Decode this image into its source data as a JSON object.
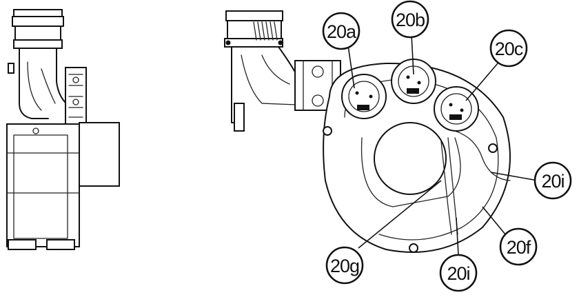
{
  "callouts": [
    {
      "id": "20a",
      "label": "20a"
    },
    {
      "id": "20b",
      "label": "20b"
    },
    {
      "id": "20c",
      "label": "20c"
    },
    {
      "id": "20i-right",
      "label": "20i"
    },
    {
      "id": "20f",
      "label": "20f"
    },
    {
      "id": "20g",
      "label": "20g"
    },
    {
      "id": "20i-bottom",
      "label": "20i"
    }
  ],
  "colors": {
    "ink": "#111111",
    "paper": "#ffffff"
  }
}
